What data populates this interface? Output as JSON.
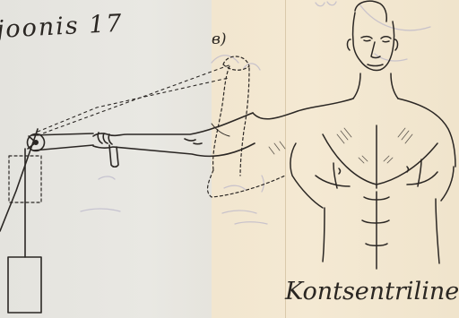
{
  "figure_label": "joonis 17",
  "panel_label": "в)",
  "caption": "Kontsentriline töö"
}
